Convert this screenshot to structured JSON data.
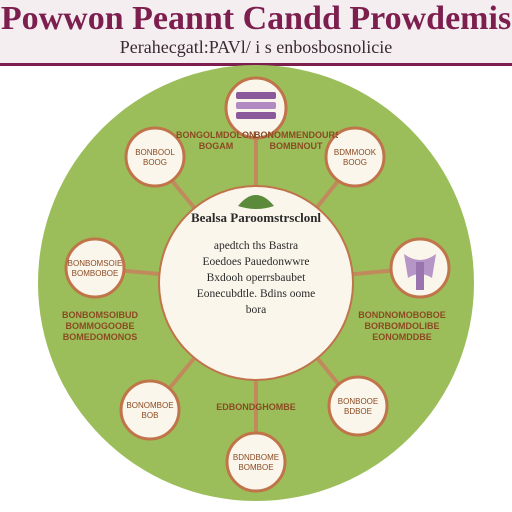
{
  "header": {
    "title": "Powwon Peannt Candd Prowdemis",
    "subtitle": "Perahecgatl:PAVl/ i s  enbosbosnolicie"
  },
  "colors": {
    "header_bg": "#f4eef1",
    "header_rule": "#7d1f4e",
    "title": "#7d1f4e",
    "outer_circle": "#9cbe5a",
    "inner_circle": "#fbf6ec",
    "node_border": "#c0744a",
    "spoke": "#c08a5c",
    "accent_purple": "#8a5a9a",
    "leaf_green": "#5a8a3a"
  },
  "center": {
    "heading": "Bealsa Paroomstrsclonl",
    "lines": [
      "apedtch ths  Bastra",
      "Eoedoes Pauedonwwre",
      "Bxdooh operrsbaubet",
      "Eonecubdtle. Bdins oome",
      "bora"
    ]
  },
  "labels": {
    "top_left": [
      "BONGOLMDOLONEU",
      "BOGAM"
    ],
    "top_right": [
      "BONOMMENDOURS",
      "BOMBNOUT"
    ],
    "left": [
      "BONBOMSOIBUD",
      "BOMMOGOOBE",
      "BOMEDOMONOS"
    ],
    "right": [
      "BONDNOMOBOBOE",
      "BORBOMDOLIBE",
      "EONOMDDBE"
    ],
    "bottom": [
      "EDBONDGHOMBE"
    ]
  },
  "nodes": [
    {
      "id": "top",
      "icon": "purple-bars-icon",
      "text": []
    },
    {
      "id": "upper-left",
      "text": [
        "BONBOOL",
        "BOOG"
      ]
    },
    {
      "id": "upper-right",
      "text": [
        "BDMMOOK",
        "BOOG"
      ]
    },
    {
      "id": "left",
      "text": [
        "BONBOMSOIE",
        "BOMBOBOE"
      ]
    },
    {
      "id": "right",
      "icon": "purple-ribbon-icon",
      "text": []
    },
    {
      "id": "lower-left",
      "text": [
        "BONOMBOE",
        "BOB"
      ]
    },
    {
      "id": "lower-right",
      "text": [
        "BONBOOE",
        "BDBOE"
      ]
    },
    {
      "id": "bottom",
      "text": [
        "BDNDBOME",
        "BOMBOE"
      ]
    }
  ]
}
